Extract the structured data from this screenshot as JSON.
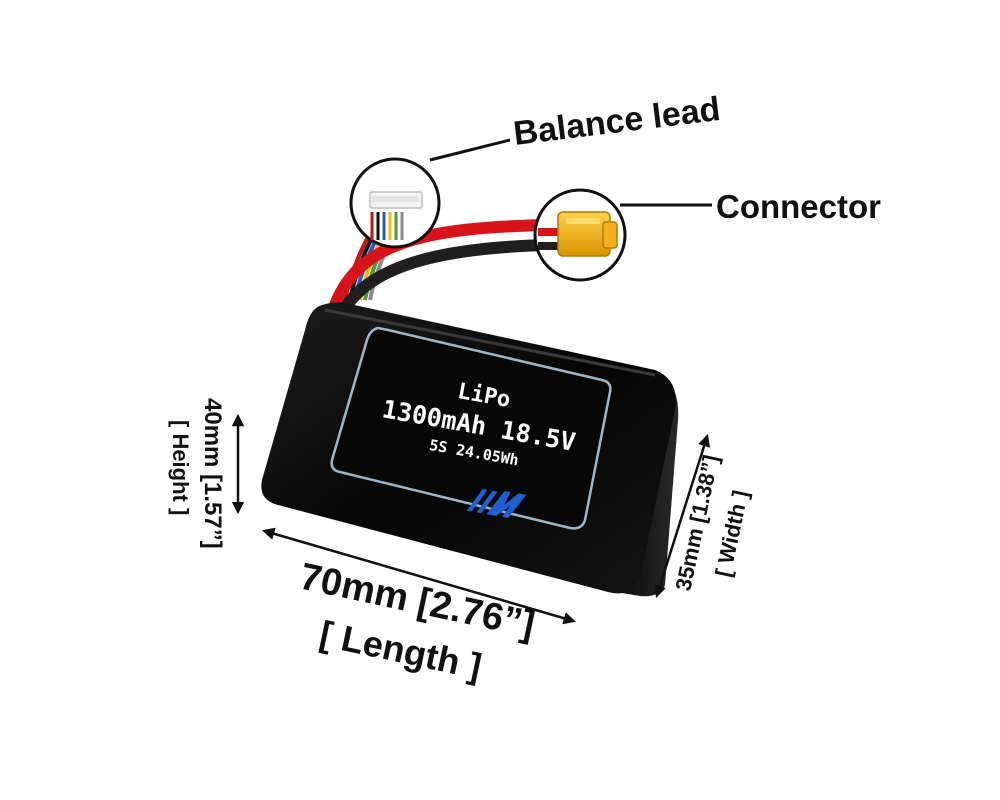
{
  "callouts": {
    "balance_lead": "Balance lead",
    "connector": "Connector"
  },
  "battery_label": {
    "chemistry": "LiPo",
    "capacity_voltage": "1300mAh 18.5V",
    "cells_energy": "5S 24.05Wh",
    "logo": "MA"
  },
  "dimensions": {
    "length_value": "70mm [2.76”]",
    "length_name": "[ Length ]",
    "height_value": "40mm [1.57”]",
    "height_name": "[ Height ]",
    "width_value": "35mm [1.38”]",
    "width_name": "[ Width ]"
  },
  "colors": {
    "battery_body": "#0b0b0b",
    "label_border": "#9fb6c8",
    "positive_wire": "#d6141a",
    "negative_wire": "#1f1f1f",
    "connector_yellow": "#f2b11a",
    "logo_blue": "#1f5fd0",
    "annotation_text": "#111111"
  }
}
